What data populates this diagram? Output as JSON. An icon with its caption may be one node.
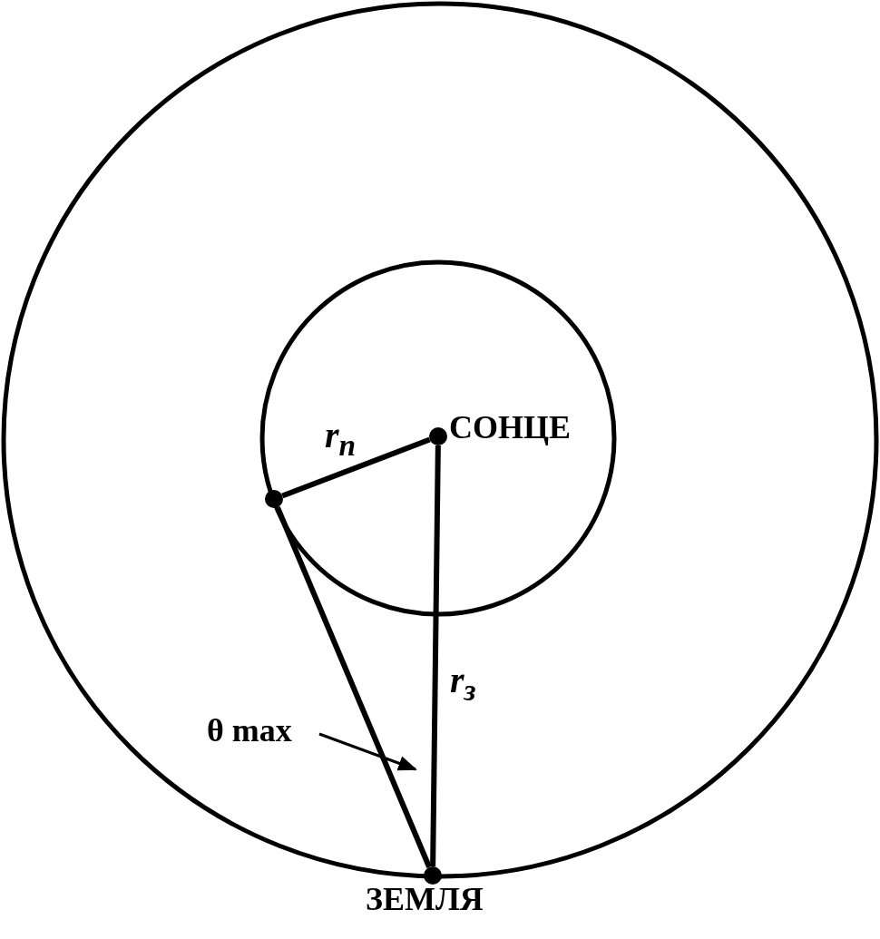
{
  "diagram": {
    "nodes": [
      {
        "text": [
          "СОНЦЕ"
        ]
      },
      {
        "text": [
          "ЗЕМЛЯ"
        ]
      },
      {
        "text": [],
        "shape": "circle"
      },
      {
        "text": [
          "θ max"
        ]
      }
    ],
    "edges": [
      {
        "from": 0,
        "to": 2,
        "arrow": "none",
        "label": "r$_{п}$"
      },
      {
        "from": 0,
        "to": 1,
        "arrow": "none",
        "label": "r$_{з}$"
      },
      {
        "from": 2,
        "to": 1,
        "arrow": "none"
      },
      {
        "from": 3,
        "to": null,
        "arrow": "to"
      }
    ]
  }
}
